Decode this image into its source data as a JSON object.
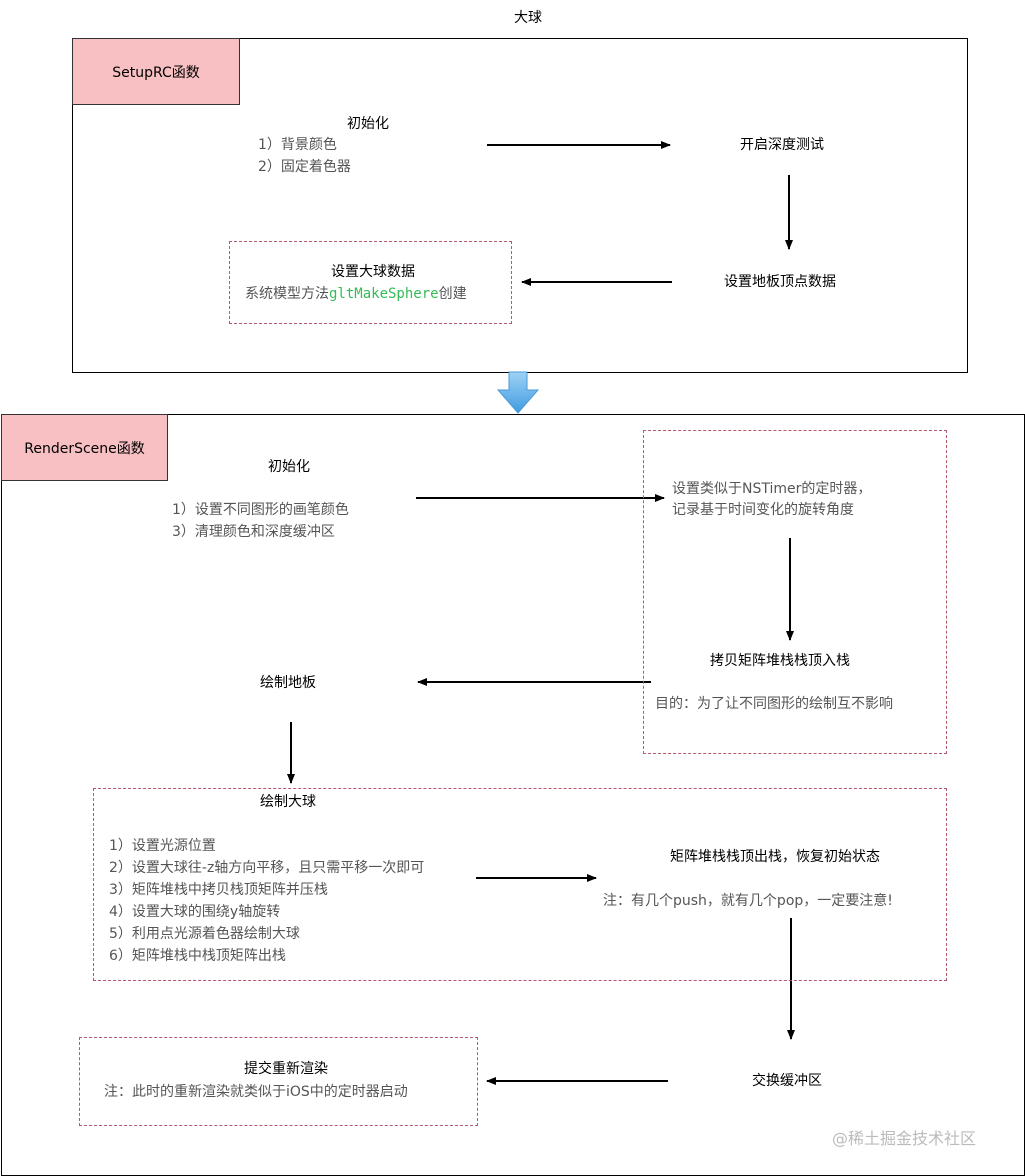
{
  "title": "大球",
  "setup": {
    "tag": "SetupRC函数",
    "init_title": "初始化",
    "init_items": [
      "1）背景颜色",
      "2）固定着色器"
    ],
    "depth_test": "开启深度测试",
    "floor_vertex": "设置地板顶点数据",
    "sphere_title": "设置大球数据",
    "sphere_prefix": "系统模型方法",
    "sphere_code": "gltMakeSphere",
    "sphere_suffix": "创建"
  },
  "render": {
    "tag": "RenderScene函数",
    "init_title": "初始化",
    "init_items": [
      "1）设置不同图形的画笔颜色",
      "3）清理颜色和深度缓冲区"
    ],
    "timer_lines": [
      "设置类似于NSTimer的定时器，",
      "记录基于时间变化的旋转角度"
    ],
    "push_title": "拷贝矩阵堆栈栈顶入栈",
    "push_note": "目的：为了让不同图形的绘制互不影响",
    "draw_floor": "绘制地板",
    "draw_sphere_title": "绘制大球",
    "draw_sphere_items": [
      "1）设置光源位置",
      "2）设置大球往-z轴方向平移，且只需平移一次即可",
      "3）矩阵堆栈中拷贝栈顶矩阵并压栈",
      "4）设置大球的围绕y轴旋转",
      "5）利用点光源着色器绘制大球",
      "6）矩阵堆栈中栈顶矩阵出栈"
    ],
    "pop_title": "矩阵堆栈栈顶出栈，恢复初始状态",
    "pop_note": "注：有几个push，就有几个pop，一定要注意!",
    "swap": "交换缓冲区",
    "submit_title": "提交重新渲染",
    "submit_note": "注：此时的重新渲染就类似于iOS中的定时器启动"
  },
  "watermark": "@稀土掘金技术社区",
  "colors": {
    "tag_fill": "#f8c0c3",
    "dashed_border": "#b45a6a",
    "transition_arrow": "#5aaee8"
  }
}
